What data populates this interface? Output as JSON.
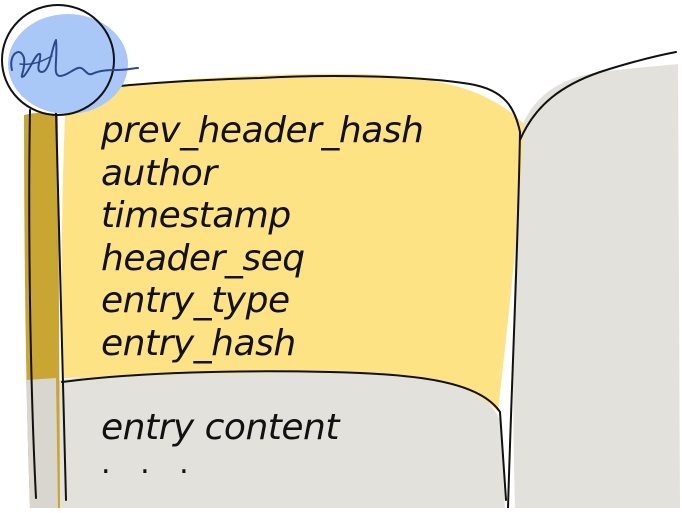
{
  "record": {
    "header_fields": [
      "prev_header_hash",
      "author",
      "timestamp",
      "header_seq",
      "entry_type",
      "entry_hash"
    ],
    "content_label": "entry content",
    "content_ellipsis": ". . ."
  },
  "colors": {
    "header_fill": "#fde384",
    "content_fill": "#e2e1dc",
    "seal_fill": "#aac8f7",
    "spine_fill": "#c9a531",
    "ink": "#111111"
  },
  "seal": {
    "icon": "signature-seal-icon"
  }
}
